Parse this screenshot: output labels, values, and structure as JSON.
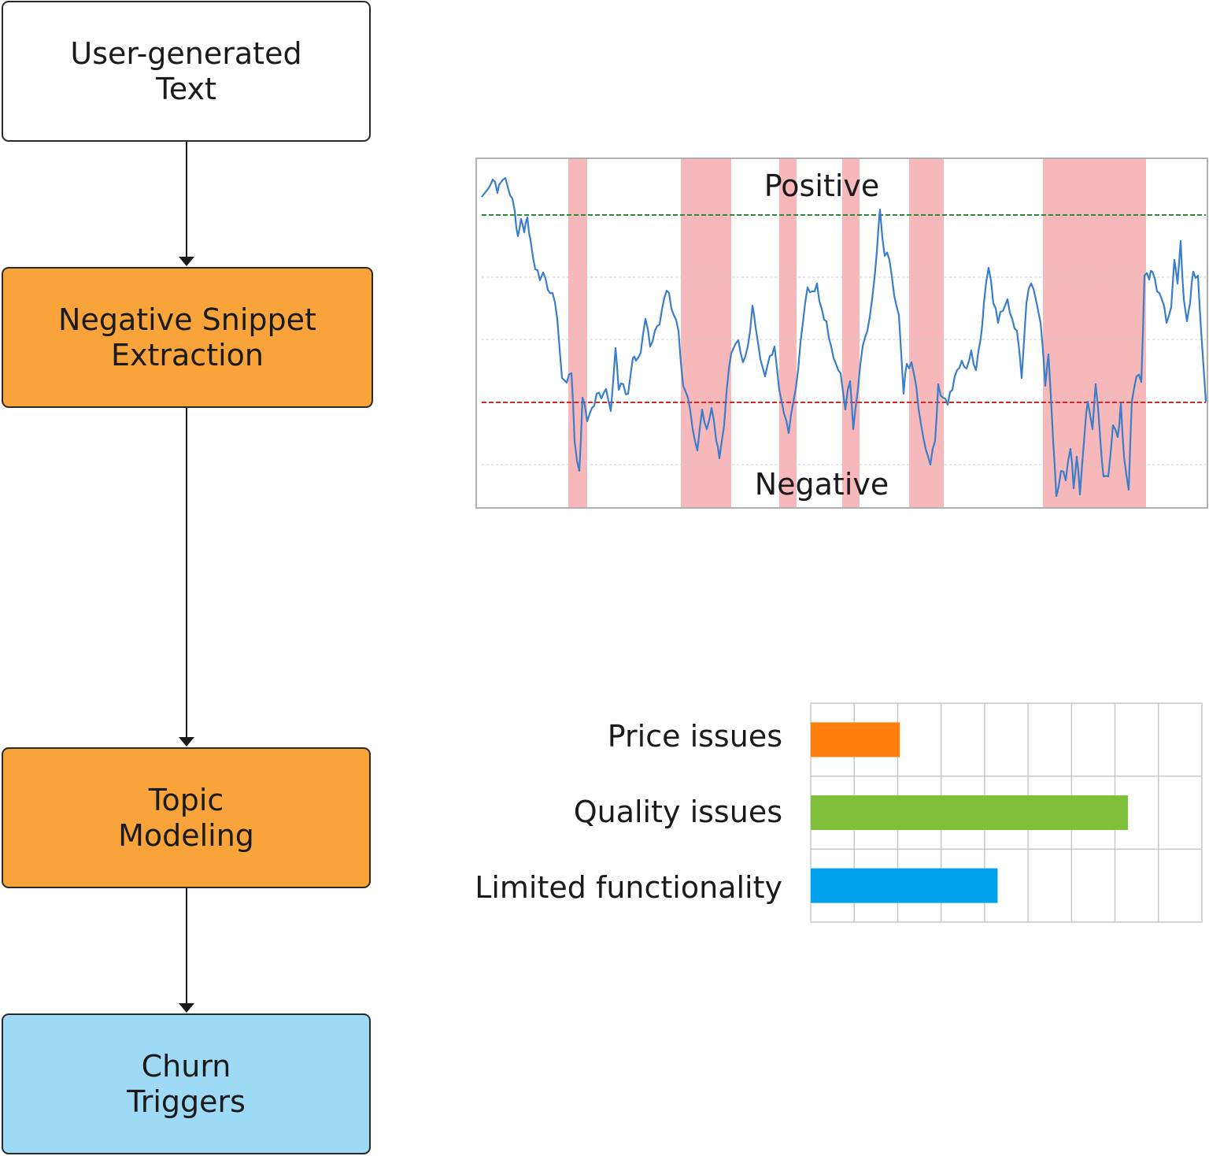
{
  "flow": {
    "steps": [
      {
        "lines": [
          "User-generated",
          "Text"
        ],
        "color": "#ffffff"
      },
      {
        "lines": [
          "Negative Snippet",
          "Extraction"
        ],
        "color": "#f9a43a"
      },
      {
        "lines": [
          "Topic",
          "Modeling"
        ],
        "color": "#f9a43a"
      },
      {
        "lines": [
          "Churn",
          "Triggers"
        ],
        "color": "#9ed9f5"
      }
    ]
  },
  "sentiment": {
    "top_label": "Positive",
    "bottom_label": "Negative",
    "line_color": "#3a7dc9",
    "positive_threshold_color": "#2e8b3a",
    "negative_threshold_color": "#d62728",
    "highlight_color": "#f7b8bb"
  },
  "chart_data": {
    "type": "bar",
    "orientation": "horizontal",
    "categories": [
      "Price issues",
      "Quality issues",
      "Limited functionality"
    ],
    "values": [
      2.05,
      7.3,
      4.3
    ],
    "colors": [
      "#ff7f0e",
      "#7fbf3a",
      "#00a2ed"
    ],
    "xlim": [
      0,
      9
    ],
    "grid": true
  }
}
